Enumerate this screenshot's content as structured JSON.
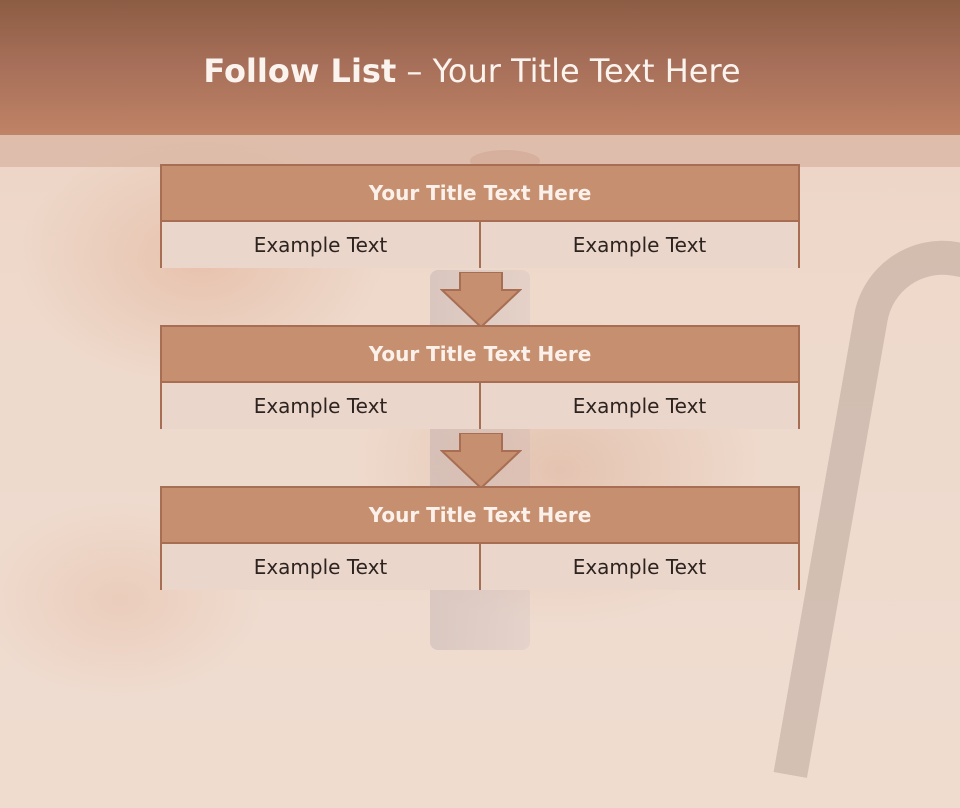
{
  "slide": {
    "title_bold": "Follow List",
    "title_rest": " – Your Title Text Here"
  },
  "steps": [
    {
      "title": "Your Title Text Here",
      "left": "Example Text",
      "right": "Example Text"
    },
    {
      "title": "Your Title Text Here",
      "left": "Example Text",
      "right": "Example Text"
    },
    {
      "title": "Your Title Text Here",
      "left": "Example Text",
      "right": "Example Text"
    }
  ],
  "colors": {
    "header_band": "#a8705a",
    "block_header": "#c68f6f",
    "block_cell": "#ebd6cc",
    "border": "#a86e54"
  }
}
